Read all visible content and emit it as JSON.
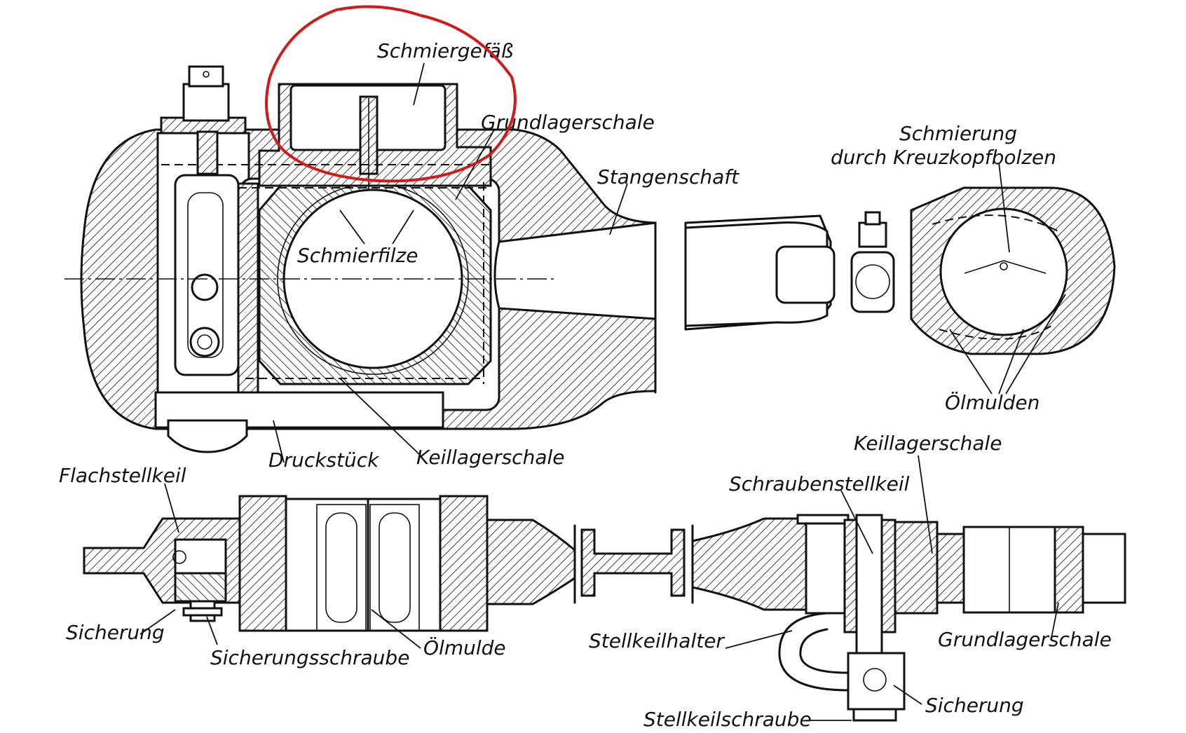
{
  "labels": {
    "schmiergefaess": "Schmiergefäß",
    "grundlagerschale_top": "Grundlagerschale",
    "stangenschaft": "Stangenschaft",
    "schmierung_line1": "Schmierung",
    "schmierung_line2": "durch Kreuzkopfbolzen",
    "schmierfilze": "Schmierfilze",
    "oelmulden": "Ölmulden",
    "keillagerschale_top": "Keillagerschale",
    "druckstueck": "Druckstück",
    "flachstellkeil": "Flachstellkeil",
    "keillagerschale_bottom": "Keillagerschale",
    "schraubenstellkeil": "Schraubenstellkeil",
    "sicherung_left": "Sicherung",
    "sicherungsschraube": "Sicherungsschraube",
    "oelmulde": "Ölmulde",
    "stellkeilhalter": "Stellkeilhalter",
    "grundlagerschale_bottom": "Grundlagerschale",
    "sicherung_right": "Sicherung",
    "stellkeilschraube": "Stellkeilschraube"
  },
  "colors": {
    "ink": "#111111",
    "annotation_circle": "#d11a1a",
    "background": "#ffffff"
  }
}
